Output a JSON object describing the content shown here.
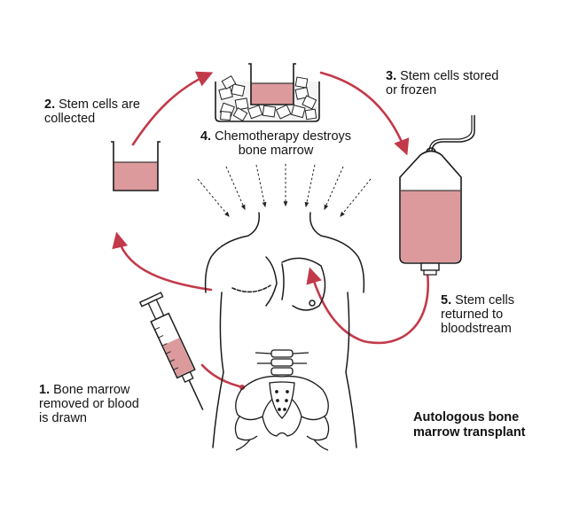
{
  "steps": [
    {
      "num": "1.",
      "lines": [
        "Bone marrow",
        "removed or blood",
        "is drawn"
      ]
    },
    {
      "num": "2.",
      "lines": [
        "Stem cells are",
        "collected"
      ]
    },
    {
      "num": "3.",
      "lines": [
        "Stem cells stored",
        "or frozen"
      ]
    },
    {
      "num": "4.",
      "lines": [
        "Chemotherapy destroys",
        "bone marrow"
      ]
    },
    {
      "num": "5.",
      "lines": [
        "Stem cells",
        "returned to",
        "bloodstream"
      ]
    }
  ],
  "title_lines": [
    "Autologous bone",
    "marrow transplant"
  ],
  "colors": {
    "arrow": "#c23a4a",
    "liquid": "#dc9a9c",
    "line": "#1a1a1a"
  }
}
